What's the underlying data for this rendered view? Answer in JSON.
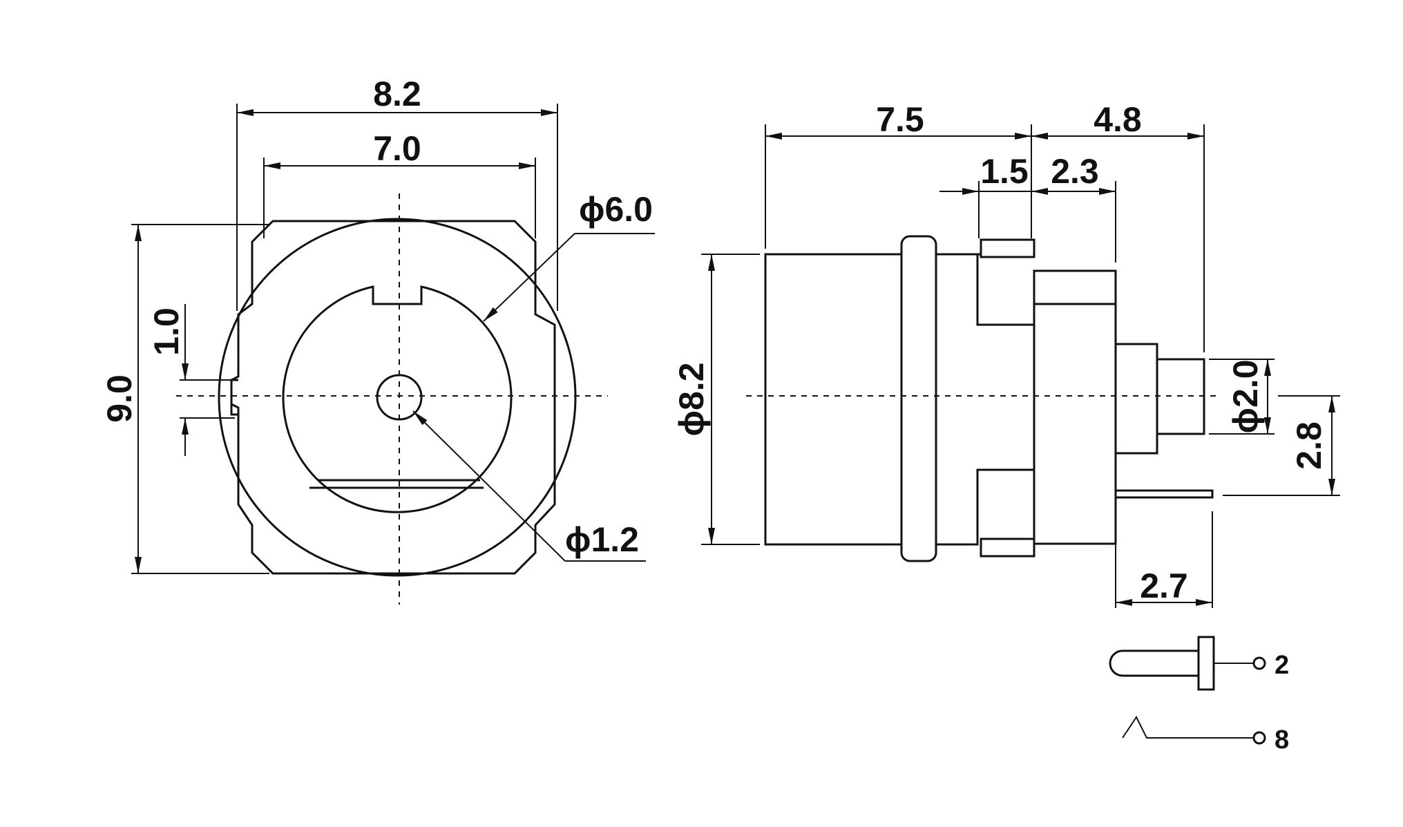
{
  "front_view": {
    "dim_width_outer": "8.2",
    "dim_width_inner": "7.0",
    "dim_height": "9.0",
    "dim_notch": "1.0",
    "dim_outer_diameter": "ϕ6.0",
    "dim_pin_diameter": "ϕ1.2"
  },
  "side_view": {
    "dim_body_length": "7.5",
    "dim_pin_length": "4.8",
    "dim_flange": "1.5",
    "dim_step": "2.3",
    "dim_body_diameter": "ϕ8.2",
    "dim_tip_diameter": "ϕ2.0",
    "dim_offset": "2.8",
    "dim_terminal": "2.7"
  },
  "legend": {
    "pin_label": "2",
    "spring_label": "8"
  }
}
